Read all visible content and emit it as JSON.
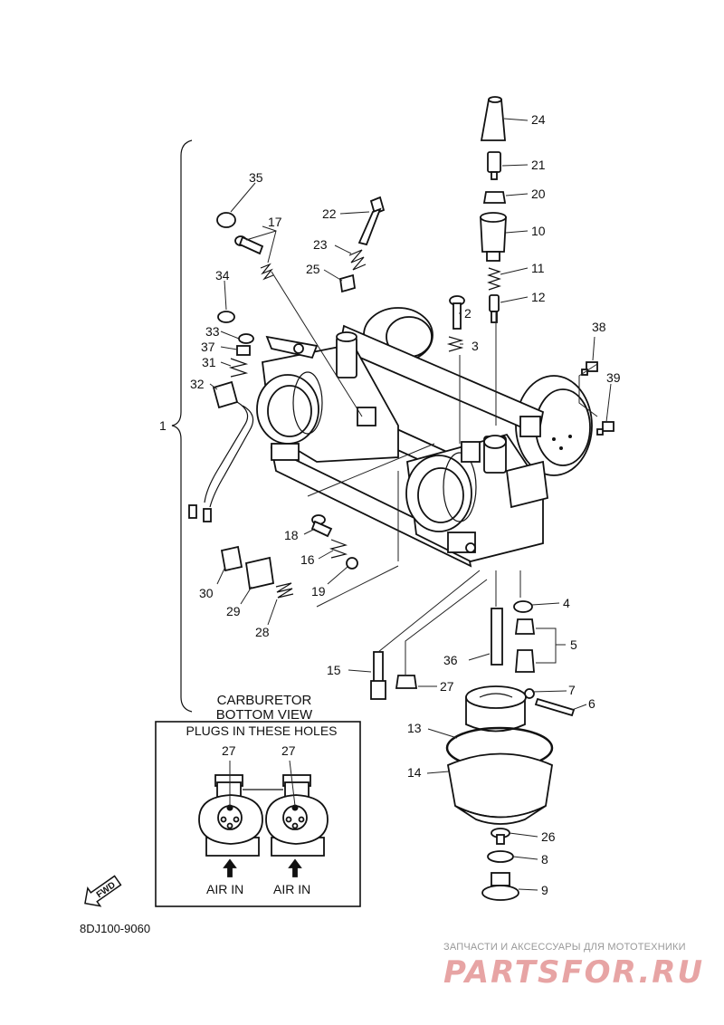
{
  "drawing_code": "8DJ100-9060",
  "inset": {
    "view_label_line1": "CARBURETOR",
    "view_label_line2": "BOTTOM VIEW",
    "title": "PLUGS IN THESE HOLES",
    "callout_left": "27",
    "callout_right": "27",
    "arrow_label_left": "AIR IN",
    "arrow_label_right": "AIR IN"
  },
  "fwd_label": "FWD",
  "watermark": {
    "top_text": "ЗАПЧАСТИ И АКСЕССУАРЫ ДЛЯ МОТОТЕХНИКИ",
    "logo_text": "PARTSFOR.RU"
  },
  "parts": {
    "p1": "1",
    "p2": "2",
    "p3": "3",
    "p4": "4",
    "p5": "5",
    "p6": "6",
    "p7": "7",
    "p8": "8",
    "p9": "9",
    "p10": "10",
    "p11": "11",
    "p12": "12",
    "p13": "13",
    "p14": "14",
    "p15": "15",
    "p16": "16",
    "p17": "17",
    "p18": "18",
    "p19": "19",
    "p20": "20",
    "p21": "21",
    "p22": "22",
    "p23": "23",
    "p24": "24",
    "p25": "25",
    "p26": "26",
    "p27": "27",
    "p28": "28",
    "p29": "29",
    "p30": "30",
    "p31": "31",
    "p32": "32",
    "p33": "33",
    "p34": "34",
    "p35": "35",
    "p36": "36",
    "p37": "37",
    "p38": "38",
    "p39": "39"
  }
}
